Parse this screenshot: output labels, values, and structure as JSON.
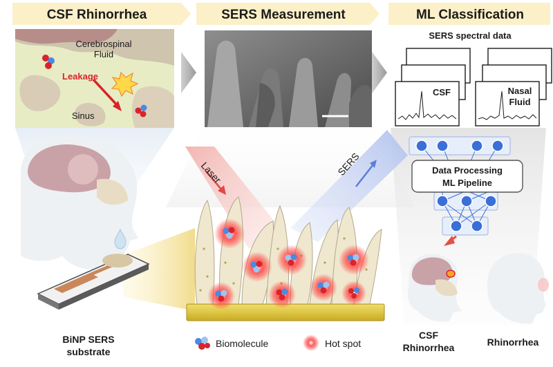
{
  "headers": {
    "csf": "CSF Rhinorrhea",
    "sers": "SERS Measurement",
    "ml": "ML Classification"
  },
  "csf_panel": {
    "fluid_line1": "Cerebrospinal",
    "fluid_line2": "Fluid",
    "leakage": "Leakage",
    "sinus": "Sinus"
  },
  "substrate": {
    "line1": "BiNP SERS",
    "line2": "substrate"
  },
  "sers_panel": {
    "laser": "Laser",
    "sers": "SERS"
  },
  "legend": {
    "biomolecule": "Biomolecule",
    "hotspot": "Hot spot"
  },
  "ml_panel": {
    "spectral_title": "SERS spectral data",
    "csf_label": "CSF",
    "nasal_line1": "Nasal",
    "nasal_line2": "Fluid",
    "pipeline_line1": "Data Processing",
    "pipeline_line2": "ML Pipeline",
    "out_csf_line1": "CSF",
    "out_csf_line2": "Rhinorrhea",
    "out_rhin": "Rhinorrhea"
  },
  "colors": {
    "header_bg": "#fbf0c8",
    "leakage_red": "#d8242a",
    "laser_red": "#e04848",
    "sers_blue": "#5b7fd8",
    "gold_base": "#e0c83a",
    "nn_node": "#3a6fd8",
    "arrow_red": "#e2504a"
  }
}
